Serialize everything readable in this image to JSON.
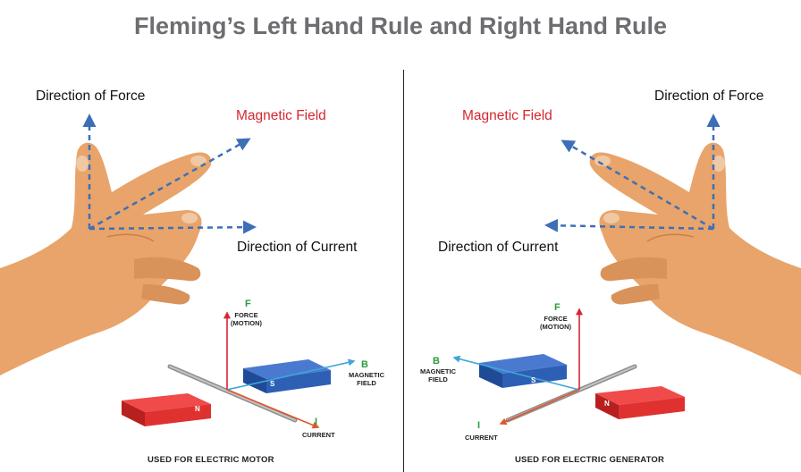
{
  "title": "Fleming’s Left Hand Rule and Right Hand Rule",
  "left": {
    "direction_of_force": "Direction of Force",
    "magnetic_field": "Magnetic Field",
    "direction_of_current": "Direction of Current",
    "f_letter": "F",
    "force_motion": "FORCE\n(MOTION)",
    "b_letter": "B",
    "magnetic_field_small": "MAGNETIC\nFIELD",
    "i_letter": "I",
    "current_small": "CURRENT",
    "magnet_n": "N",
    "magnet_s": "S",
    "caption": "USED FOR ELECTRIC MOTOR"
  },
  "right": {
    "direction_of_force": "Direction of Force",
    "magnetic_field": "Magnetic Field",
    "direction_of_current": "Direction of Current",
    "f_letter": "F",
    "force_motion": "FORCE\n(MOTION)",
    "b_letter": "B",
    "magnetic_field_small": "MAGNETIC\nFIELD",
    "i_letter": "I",
    "current_small": "CURRENT",
    "magnet_n": "N",
    "magnet_s": "S",
    "caption": "USED FOR ELECTRIC GENERATOR"
  },
  "colors": {
    "title": "#6d6e71",
    "skin": "#e8a46a",
    "skin_shadow": "#c9804a",
    "dashed_arrow": "#3d6fb6",
    "magnetic_field_text": "#d6262f",
    "magnet_red": "#e03131",
    "magnet_blue": "#2d5fb5",
    "letter_green": "#2a9a3c"
  }
}
